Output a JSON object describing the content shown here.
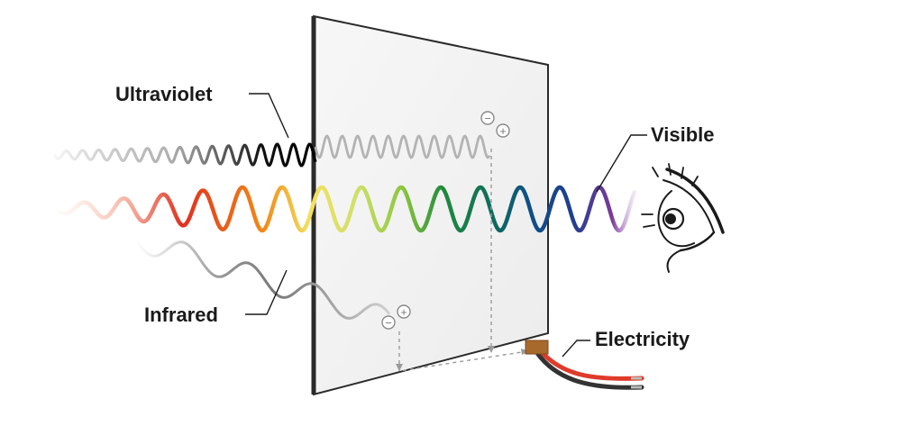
{
  "labels": {
    "ultraviolet": "Ultraviolet",
    "visible": "Visible",
    "infrared": "Infrared",
    "electricity": "Electricity"
  },
  "symbols": {
    "negative": "−",
    "positive": "+"
  },
  "colors": {
    "panel_fill": "#f2f2f2",
    "panel_edge": "#2a2a2a",
    "ultraviolet_wave": "#2b2b2b",
    "infrared_wave": "#9a9a9a",
    "visible_spectrum": [
      "#f6c2b0",
      "#ef7a55",
      "#e0301e",
      "#f08a18",
      "#f4e060",
      "#cfe06a",
      "#8cc63f",
      "#1f8a3c",
      "#0f6e5a",
      "#0f4f86",
      "#1e3f8f",
      "#5a2a88",
      "#7b3a9a"
    ],
    "wire_red": "#e03a2a",
    "wire_black": "#333333",
    "connector": "#a8692c"
  },
  "icons": [
    "eye-icon",
    "minus-charge-icon",
    "plus-charge-icon"
  ]
}
